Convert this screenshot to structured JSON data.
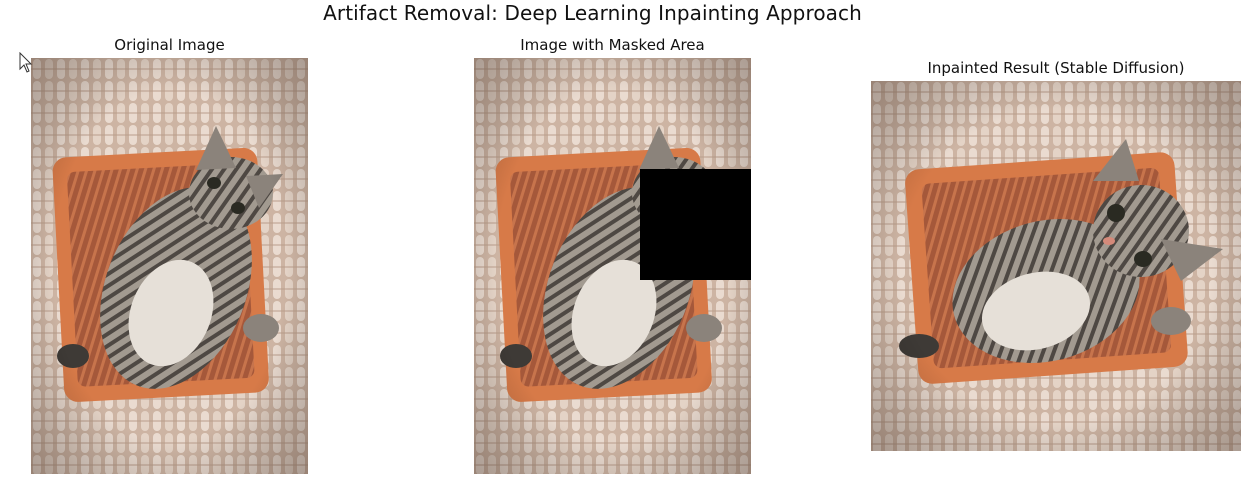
{
  "figure": {
    "title": "Artifact Removal: Deep Learning Inpainting Approach"
  },
  "panels": [
    {
      "title": "Original Image",
      "content": "kitten-in-basket-photo"
    },
    {
      "title": "Image with Masked Area",
      "content": "kitten-in-basket-photo",
      "mask_color": "#000000"
    },
    {
      "title": "Inpainted Result (Stable Diffusion)",
      "content": "kitten-in-basket-photo"
    }
  ],
  "colors": {
    "background": "#ffffff",
    "carpet": "#d9c3b2",
    "basket": "#d77a48",
    "mask": "#000000"
  },
  "cursor": {
    "icon": "arrow-cursor-icon"
  }
}
